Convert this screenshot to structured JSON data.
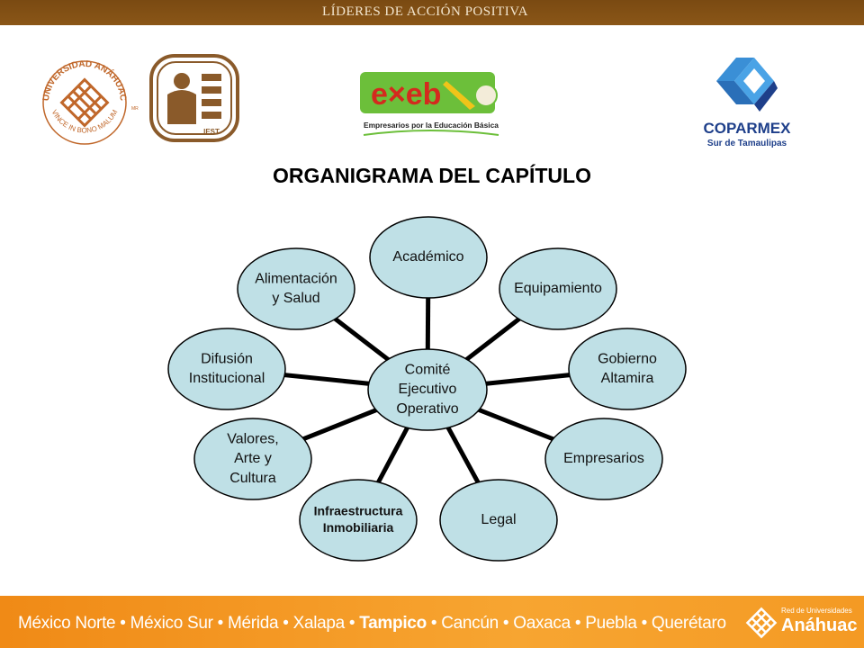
{
  "header": {
    "banner_text": "LÍDERES DE ACCIÓN POSITIVA"
  },
  "title": "ORGANIGRAMA DEL CAPÍTULO",
  "logos": {
    "anahuac_seal": {
      "ring_text": "UNIVERSIDAD ANÁHUAC",
      "bottom_text": "VINCE IN BONO MALUM",
      "mark": "MR",
      "color": "#c0672a"
    },
    "ies_seal": {
      "text": "IEST",
      "color": "#8a5a2a"
    },
    "exeb": {
      "text": "e×eb",
      "caption": "Empresarios por la Educación Básica"
    },
    "coparmex": {
      "text": "COPARMEX",
      "subtitle": "Sur de Tamaulipas",
      "color": "#1e3f8a",
      "accent": "#3a8fd6"
    }
  },
  "diagram": {
    "node_fill": "#bfe0e6",
    "node_stroke": "#000000",
    "center": {
      "lines": [
        "Comité",
        "Ejecutivo",
        "Operativo"
      ]
    },
    "nodes": [
      {
        "id": "academico",
        "lines": [
          "Académico"
        ]
      },
      {
        "id": "equipamiento",
        "lines": [
          "Equipamiento"
        ]
      },
      {
        "id": "gobierno",
        "lines": [
          "Gobierno",
          "Altamira"
        ]
      },
      {
        "id": "empresarios",
        "lines": [
          "Empresarios"
        ]
      },
      {
        "id": "legal",
        "lines": [
          "Legal"
        ]
      },
      {
        "id": "infraestructura",
        "lines": [
          "Infraestructura",
          "Inmobiliaria"
        ]
      },
      {
        "id": "valores",
        "lines": [
          "Valores,",
          "Arte y",
          "Cultura"
        ]
      },
      {
        "id": "difusion",
        "lines": [
          "Difusión",
          "Institucional"
        ]
      },
      {
        "id": "alimentacion",
        "lines": [
          "Alimentación",
          "y Salud"
        ]
      }
    ]
  },
  "footer": {
    "campuses": [
      "México Norte",
      "México Sur",
      "Mérida",
      "Xalapa",
      "Tampico",
      "Cancún",
      "Oaxaca",
      "Puebla",
      "Querétaro"
    ],
    "separator": " • ",
    "highlight": "Tampico",
    "network_label": "Red de Universidades",
    "network_name": "Anáhuac"
  }
}
